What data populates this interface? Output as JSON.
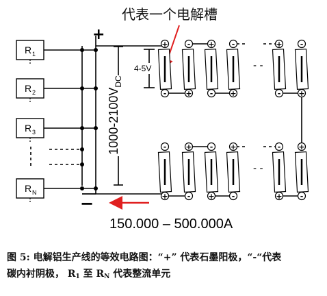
{
  "diagram": {
    "annotation": "代表一个电解槽",
    "plus_sign": "+",
    "minus_sign": "−",
    "voltage_label": "1000-2100V",
    "voltage_subscript": "DC",
    "cell_voltage": "4-5V",
    "current_label": "150.000 – 500.000A",
    "resistors": [
      {
        "label": "R",
        "sub": "1"
      },
      {
        "label": "R",
        "sub": "2"
      },
      {
        "label": "R",
        "sub": "3"
      },
      {
        "label": "R",
        "sub": "N"
      }
    ],
    "anode_symbol": "+",
    "cathode_symbol": "-",
    "ellipsis": "- -"
  },
  "caption": {
    "line1": "图 5: 电解铝生产线的等效电路图：“+” 代表石墨阳极，“-“代表",
    "line2_a": "碳内衬阴极，  R",
    "line2_b": "1",
    "line2_c": " 至 R",
    "line2_d": "N",
    "line2_e": " 代表整流单元"
  },
  "colors": {
    "wire": "#000000",
    "arrow": "#e02020",
    "cell_fill": "#ffffff"
  }
}
